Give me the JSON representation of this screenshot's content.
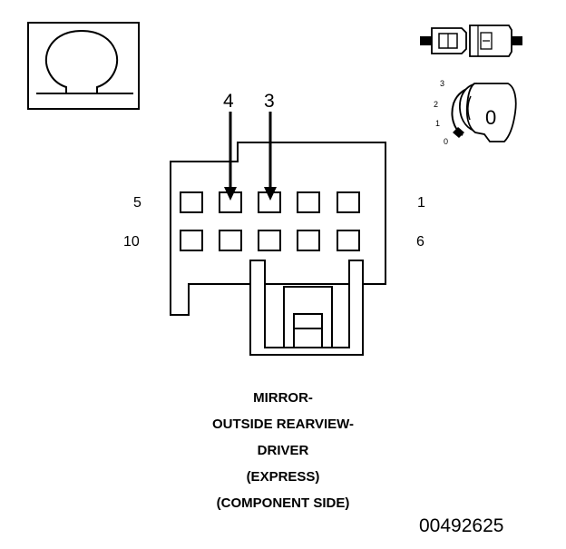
{
  "connector": {
    "arrow_labels": [
      "4",
      "3"
    ],
    "row1_left_pin": "5",
    "row1_right_pin": "1",
    "row2_left_pin": "10",
    "row2_right_pin": "6"
  },
  "icons": {
    "symbol_box": "omega-icon",
    "connector_icon": "connector-plug-icon",
    "key_icon": "ignition-key-icon",
    "key_positions": [
      "3",
      "2",
      "1",
      "0"
    ],
    "key_label": "0"
  },
  "caption": {
    "line1": "MIRROR-",
    "line2": "OUTSIDE REARVIEW-",
    "line3": "DRIVER",
    "line4": "(EXPRESS)",
    "line5": "(COMPONENT SIDE)"
  },
  "part_number": "00492625"
}
